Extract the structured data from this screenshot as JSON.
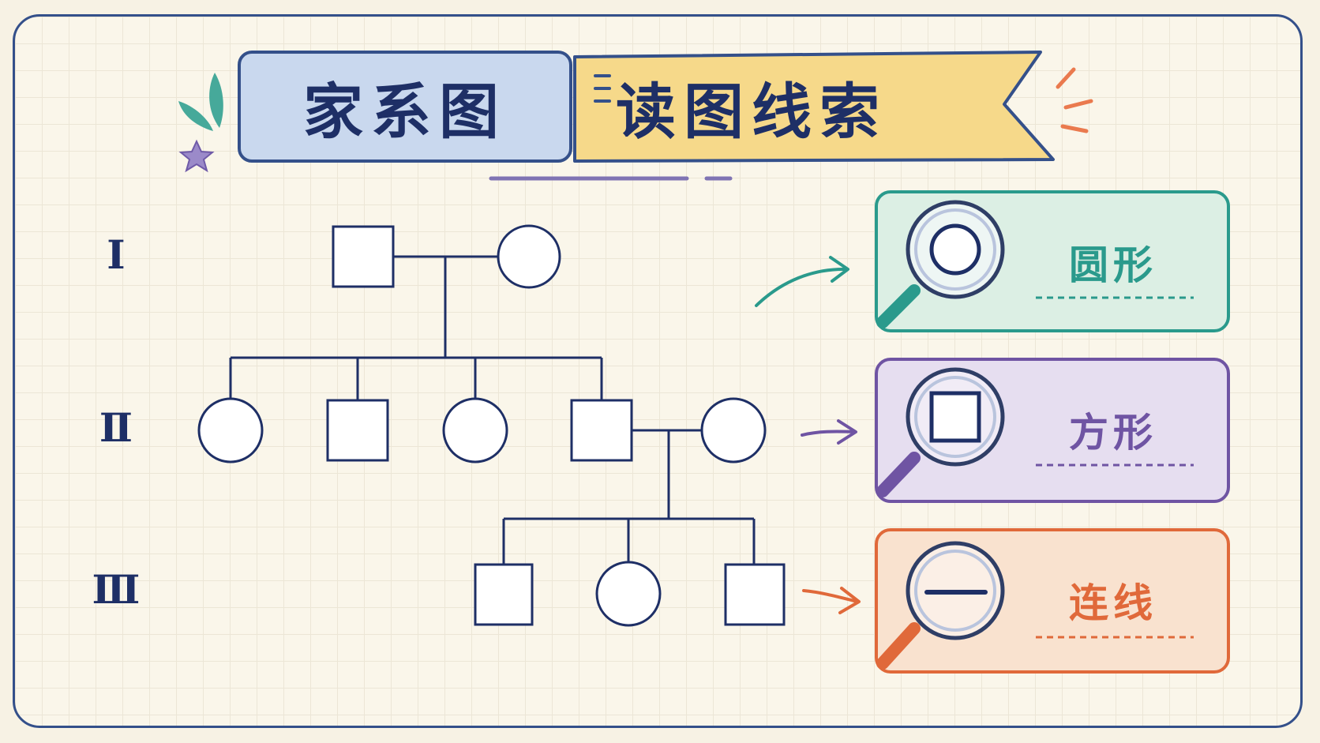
{
  "title": {
    "left": "家系图",
    "right": "读图线索"
  },
  "generations": [
    "Ⅰ",
    "Ⅱ",
    "Ⅲ"
  ],
  "clues": [
    {
      "label": "圆形",
      "icon": "circle-icon",
      "color": "#2a9a8c",
      "fill": "#dcefe4"
    },
    {
      "label": "方形",
      "icon": "square-icon",
      "color": "#6f54a3",
      "fill": "#e6def0"
    },
    {
      "label": "连线",
      "icon": "line-icon",
      "color": "#e0693a",
      "fill": "#f9e2cf"
    }
  ],
  "colors": {
    "ink": "#1e2f66",
    "title_left_bg": "#c9d8ee",
    "title_right_bg": "#f6d98a",
    "frame": "#34508a"
  }
}
